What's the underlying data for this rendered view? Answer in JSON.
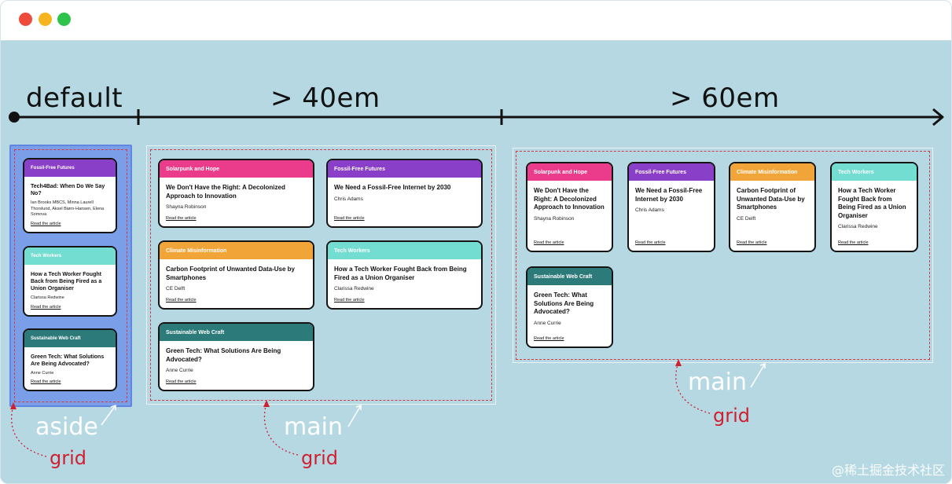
{
  "window": {
    "dots": [
      {
        "name": "close",
        "color": "#ef4b3c"
      },
      {
        "name": "minimize",
        "color": "#f6b51e"
      },
      {
        "name": "maximize",
        "color": "#2fc24c"
      }
    ]
  },
  "breakpoints": [
    "default",
    "> 40em",
    "> 60em"
  ],
  "labels": {
    "aside": "aside",
    "main1": "main",
    "main2": "main",
    "grid1": "grid",
    "grid2": "grid",
    "grid3": "grid"
  },
  "link_text": "Read the article",
  "categories": {
    "solarpunk": {
      "label": "Solarpunk and Hope",
      "color": "#ea3c8b"
    },
    "fossil": {
      "label": "Fossil-Free Futures",
      "color": "#8a3fc8"
    },
    "climate": {
      "label": "Climate Misinformation",
      "color": "#f1a538"
    },
    "tech": {
      "label": "Tech Workers",
      "color": "#72ddd0"
    },
    "sustainable": {
      "label": "Sustainable Web Craft",
      "color": "#2d7a7a"
    }
  },
  "articles": [
    {
      "id": "decolonized",
      "category": "solarpunk",
      "title": "We Don't Have the Right: A Decolonized Approach to Innovation",
      "authors": "Shayna Robinson"
    },
    {
      "id": "fossilfree",
      "category": "fossil",
      "title": "We Need a Fossil-Free Internet by 2030",
      "authors": "Chris Adams"
    },
    {
      "id": "carbon",
      "category": "climate",
      "title": "Carbon Footprint of Unwanted Data-Use by Smartphones",
      "authors": "CE Delft"
    },
    {
      "id": "techworker",
      "category": "tech",
      "title": "How a Tech Worker Fought Back from Being Fired as a Union Organiser",
      "authors": "Clarissa Redwine"
    },
    {
      "id": "greentech",
      "category": "sustainable",
      "title": "Green Tech: What Solutions Are Being Advocated?",
      "authors": "Anne Currie"
    }
  ],
  "aside_articles": [
    {
      "id": "tech4bad",
      "category": "fossil",
      "title": "Tech4Bad: When Do We Say No?",
      "authors": "Ian Brooks MBCS, Minna Laurell Thorslund, Aksel Biørn-Hansen, Elena Somova"
    },
    {
      "id": "techworker",
      "category": "tech",
      "title": "How a Tech Worker Fought Back from Being Fired as a Union Organiser",
      "authors": "Clarissa Redwine"
    },
    {
      "id": "greentech",
      "category": "sustainable",
      "title": "Green Tech: What Solutions Are Being Advocated?",
      "authors": "Anne Currie"
    }
  ],
  "watermark": "@稀土掘金技术社区"
}
